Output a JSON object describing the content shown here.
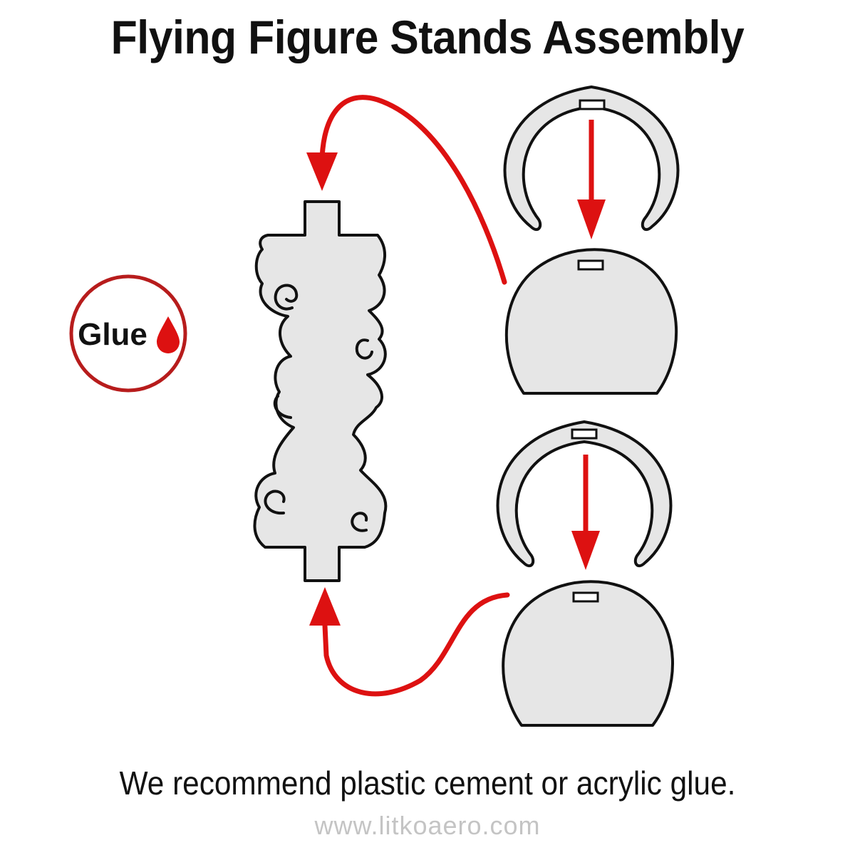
{
  "title": "Flying Figure Stands Assembly",
  "glue_badge": {
    "label": "Glue",
    "icon": "glue-drop-icon"
  },
  "caption": "We recommend plastic cement or acrylic glue.",
  "website": "www.litkoaero.com",
  "colors": {
    "arrow": "#dd1111",
    "part_fill": "#e8e8e8",
    "outline": "#111111",
    "website": "#c4c4c4"
  }
}
